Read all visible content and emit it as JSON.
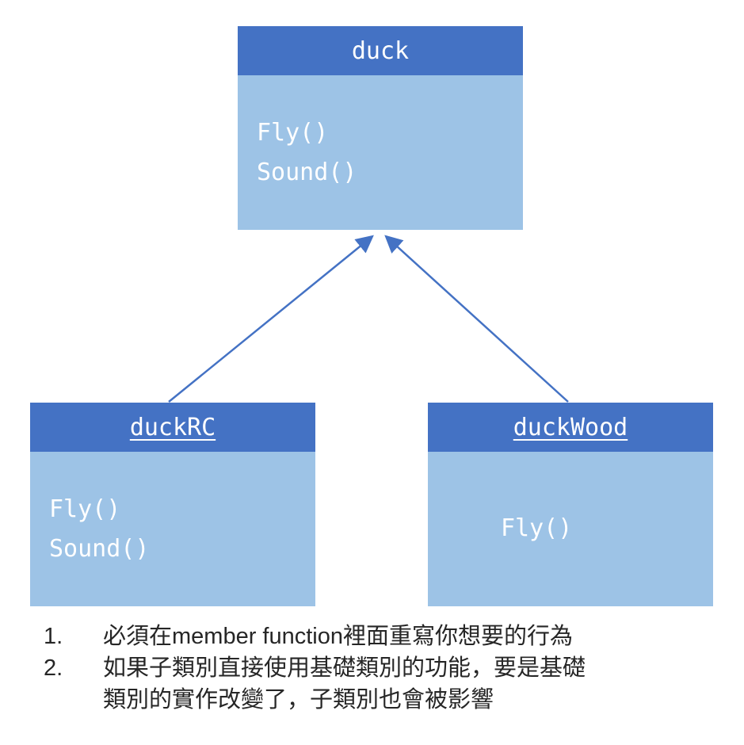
{
  "diagram": {
    "parent": {
      "title": "duck",
      "methods": [
        "Fly()",
        "Sound()"
      ]
    },
    "children": [
      {
        "title": "duckRC",
        "methods": [
          "Fly()",
          "Sound()"
        ]
      },
      {
        "title": "duckWood",
        "methods": [
          "Fly()"
        ]
      }
    ]
  },
  "notes": [
    {
      "number": "1.",
      "text": "必須在member function裡面重寫你想要的行為"
    },
    {
      "number": "2.",
      "text": "如果子類別直接使用基礎類別的功能，要是基礎類別的實作改變了，子類別也會被影響"
    }
  ],
  "colors": {
    "header": "#4472C4",
    "body": "#9DC3E6",
    "arrow": "#4472C4",
    "note_text": "#262626",
    "box_text": "#FFFFFF"
  }
}
